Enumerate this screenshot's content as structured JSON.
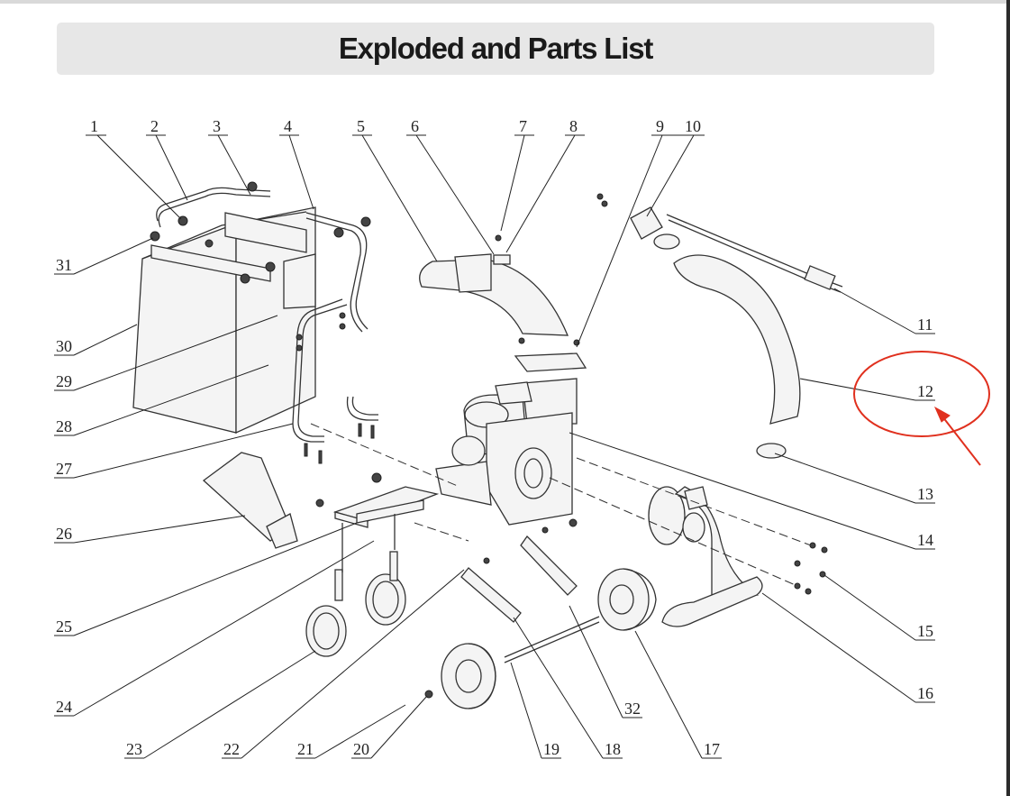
{
  "header": {
    "title": "Exploded and Parts List"
  },
  "diagram": {
    "part_numbers": [
      "1",
      "2",
      "3",
      "4",
      "5",
      "6",
      "7",
      "8",
      "9",
      "10",
      "11",
      "12",
      "13",
      "14",
      "15",
      "16",
      "17",
      "18",
      "19",
      "20",
      "21",
      "22",
      "23",
      "24",
      "25",
      "26",
      "27",
      "28",
      "29",
      "30",
      "31",
      "32"
    ],
    "highlighted_part": "12",
    "highlight_color": "#e0301e",
    "line_color": "#222222"
  }
}
